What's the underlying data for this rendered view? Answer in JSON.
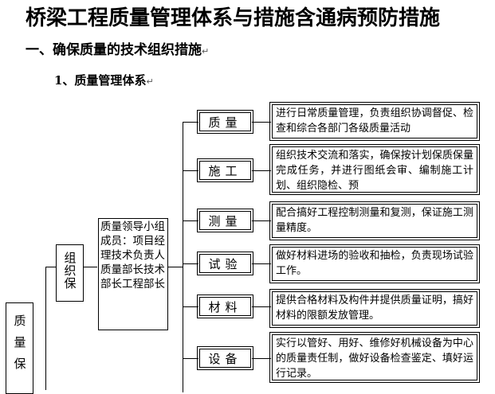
{
  "document": {
    "title": "桥梁工程质量管理体系与措施含通病预防措施",
    "section_heading": "一、确保质量的技术组织措施",
    "subsection_heading": "1、质量管理体系",
    "para_mark": "↵"
  },
  "org_chart": {
    "root_label": "质量保",
    "group_label": "组织保",
    "leaders_label": "质量领导小组成员：项目经理技术负责人质量部长技术部长工程部长",
    "departments": [
      {
        "name": "质量",
        "duty": "进行日常质量管理，负责组织协调督促、检查和综合各部门各级质量活动"
      },
      {
        "name": "施工",
        "duty": "组织技术交流和落实，确保按计划保质保量完成任务，并进行图纸会审、编制施工计划、组织隐检、预"
      },
      {
        "name": "测量",
        "duty": "配合搞好工程控制测量和复测，保证施工测量精度。"
      },
      {
        "name": "试验",
        "duty": "做好材料进场的验收和抽检，负责现场试验工作。"
      },
      {
        "name": "材料",
        "duty": "提供合格材料及构件并提供质量证明，搞好材料的限额发放管理。"
      },
      {
        "name": "设备",
        "duty": "实行以管好、用好、维修好机械设备为中心的质量责任制，做好设备检查鉴定、填好运行记录。"
      }
    ]
  }
}
